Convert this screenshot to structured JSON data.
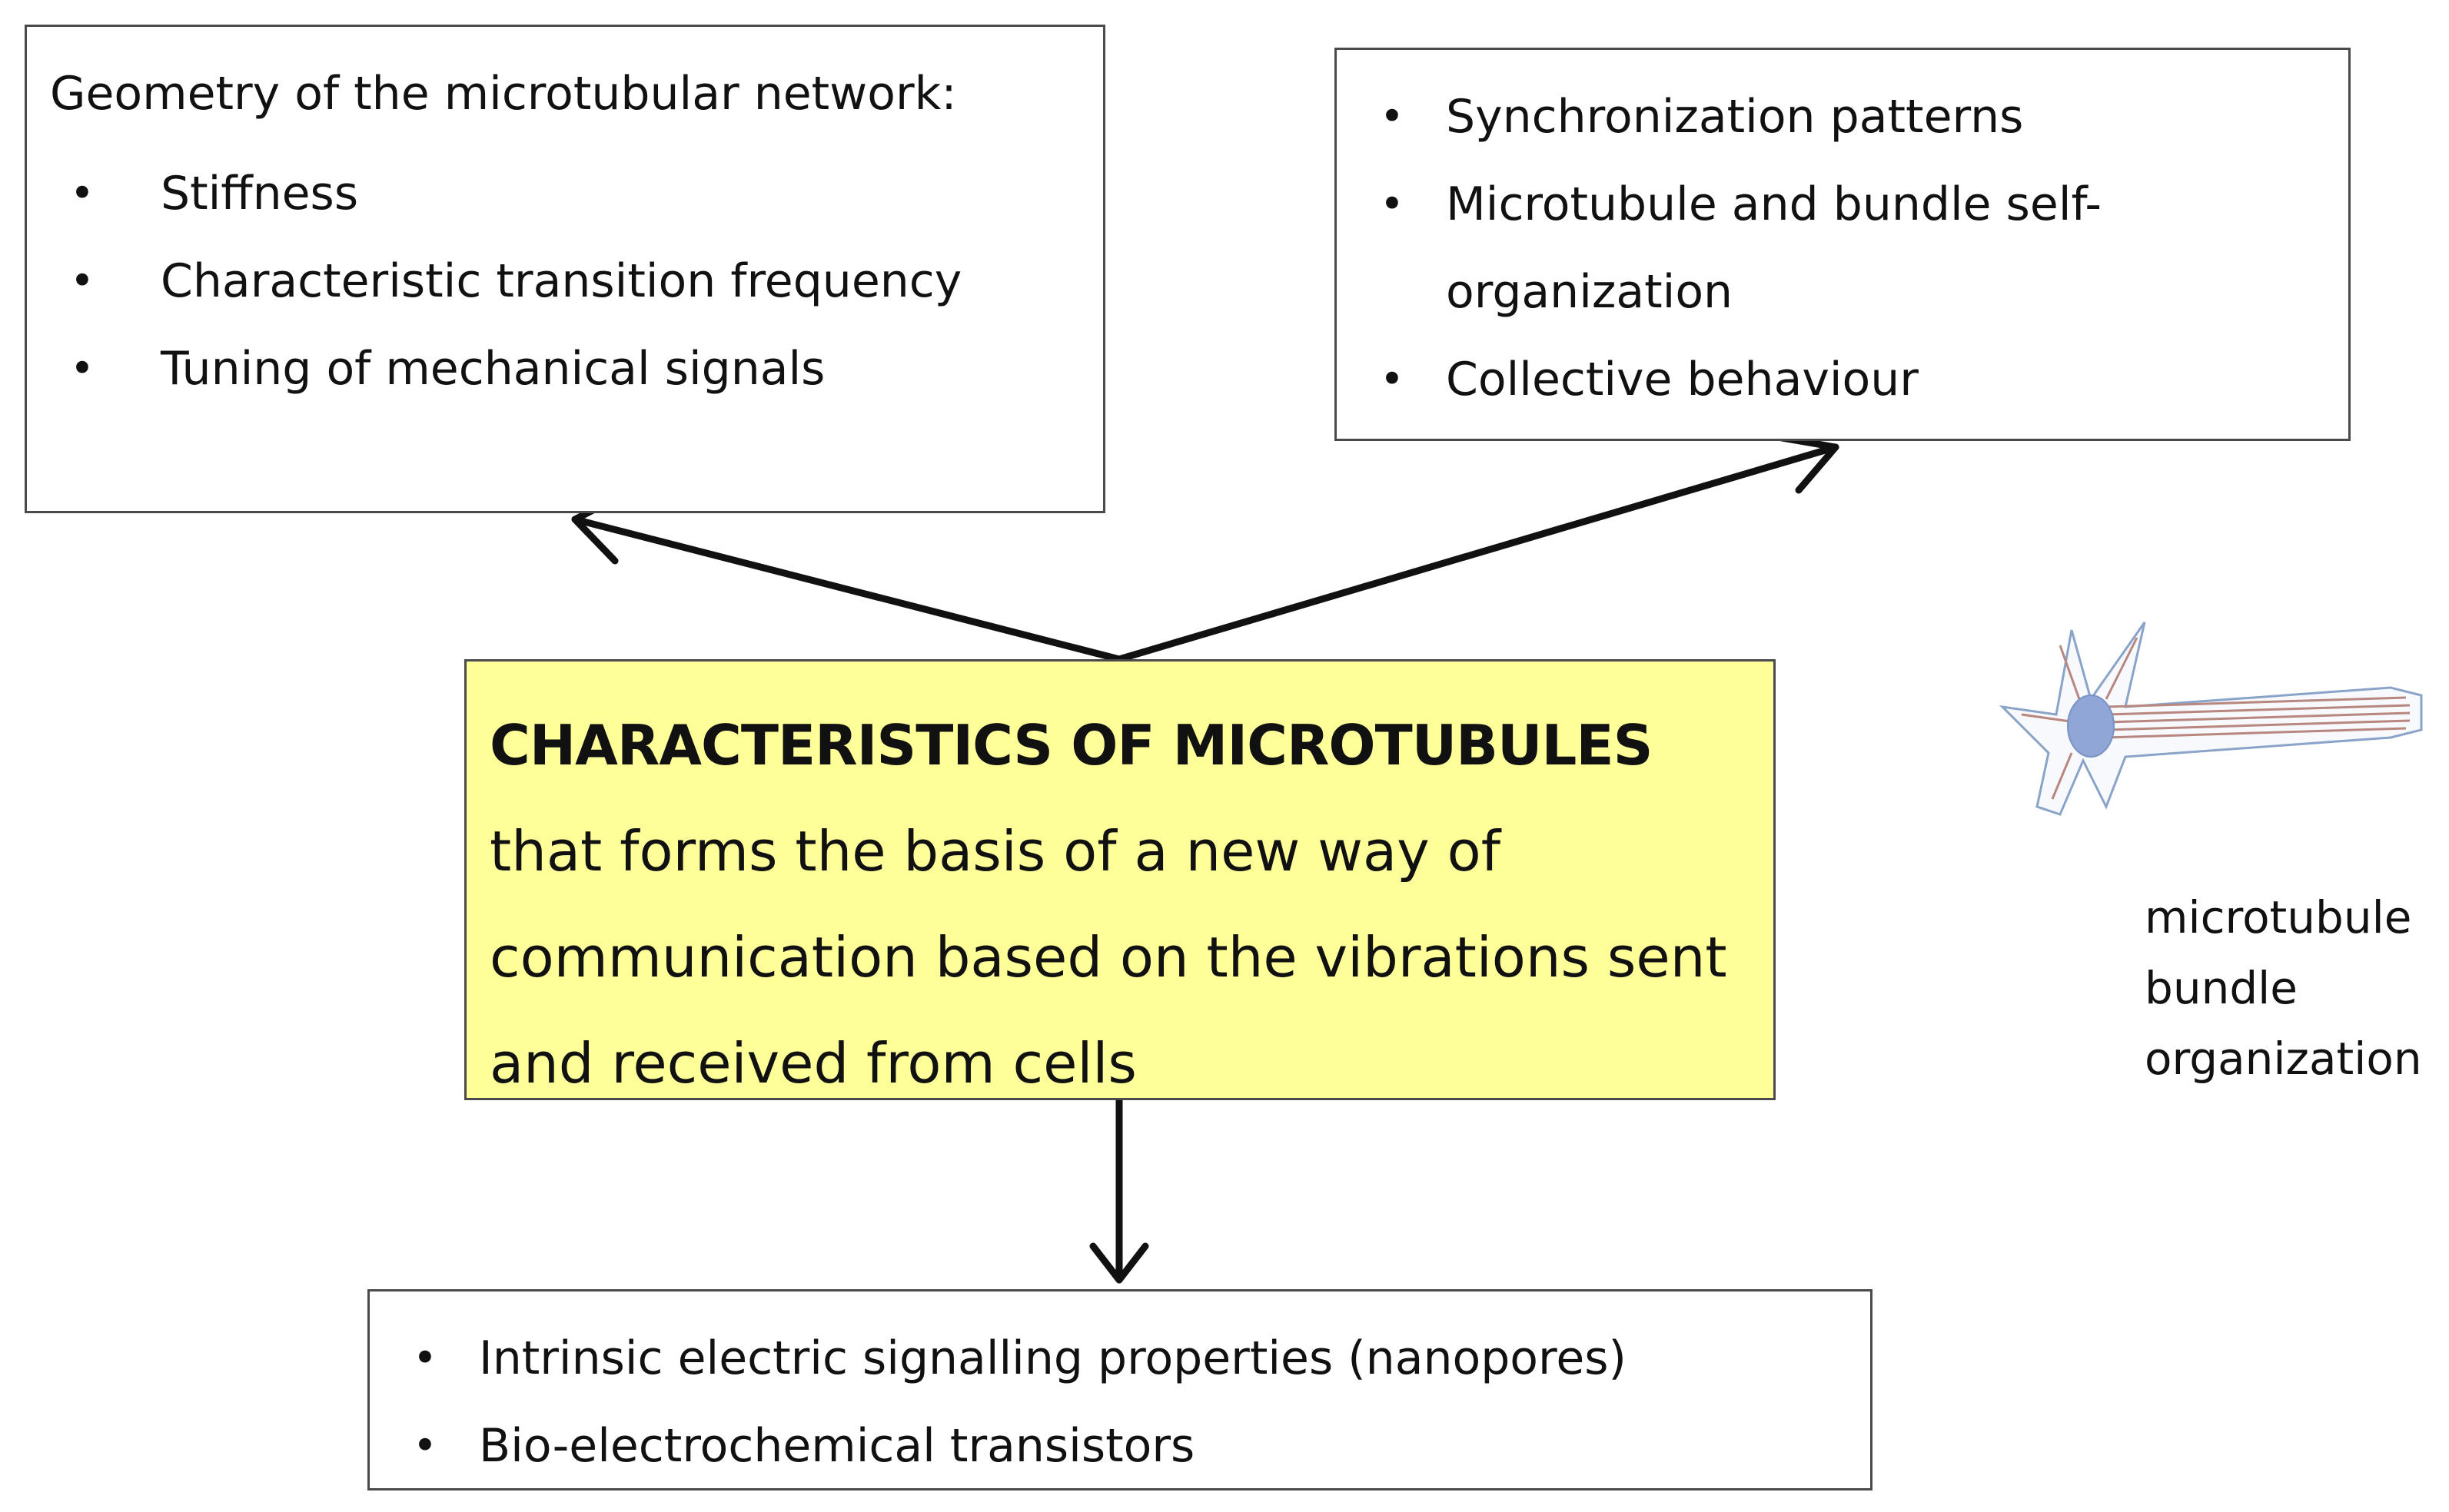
{
  "diagram": {
    "geometry_box": {
      "heading": "Geometry of the microtubular network:",
      "items": [
        "Stiffness",
        "Characteristic transition frequency",
        "Tuning of mechanical signals"
      ]
    },
    "sync_box": {
      "items": [
        "Synchronization patterns",
        "Microtubule and bundle self-organization",
        "Collective behaviour"
      ]
    },
    "center_box": {
      "title": "CHARACTERISTICS OF MICROTUBULES",
      "body": "that forms the basis of a new way of communication based on the vibrations sent and received from cells"
    },
    "electric_box": {
      "items": [
        "Intrinsic electric signalling properties (nanopores)",
        "Bio-electrochemical transistors"
      ]
    },
    "image_caption": "microtubule bundle organization",
    "bullet_glyph": "•",
    "colors": {
      "center_fill": "#ffff99",
      "border": "#4a4a4a",
      "arrow": "#111111",
      "cell_nucleus": "#8fa6d6"
    },
    "icons": [
      "neuron-cell-illustration"
    ]
  }
}
